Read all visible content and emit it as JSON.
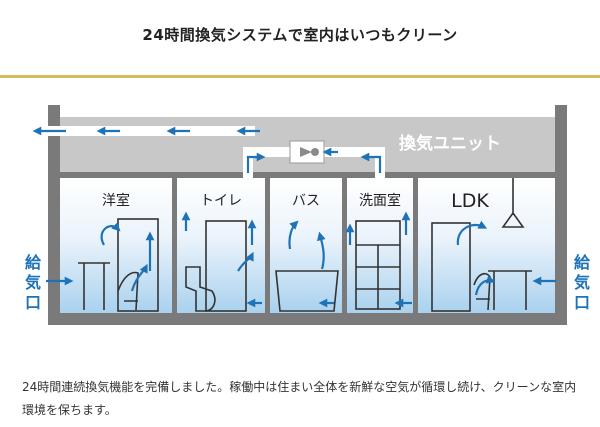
{
  "title": "24時間換気システムで室内はいつもクリーン",
  "diagram": {
    "unit_label": "換気ユニット",
    "rooms": [
      "洋室",
      "トイレ",
      "バス",
      "洗面室",
      "LDK"
    ],
    "intake_left": "給気口",
    "intake_right": "給気口"
  },
  "caption": "24時間連続換気機能を完備しました。稼働中は住まい全体を新鮮な空気が循環し続け、クリーンな室内環境を保ちます。",
  "colors": {
    "accent_gold": "#d2bd5a",
    "airflow_blue": "#1e73b8",
    "wall_gray": "#7a7a7a",
    "unit_gray": "#c8c8c8"
  }
}
